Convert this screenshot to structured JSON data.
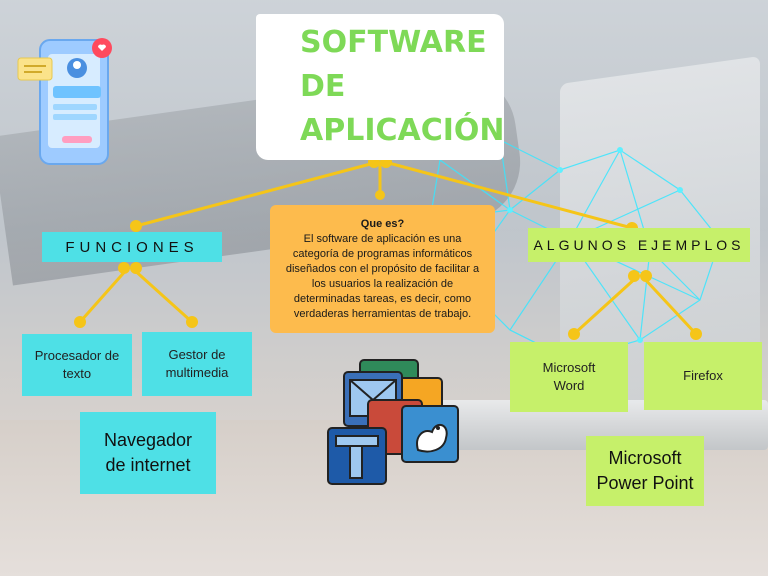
{
  "title": [
    "SOFTWARE DE",
    "APLICACIÓN"
  ],
  "what_is": {
    "question": "Que es?",
    "text": "El software de aplicación es una categoría de programas informáticos diseñados con el propósito de facilitar a los usuarios la realización de determinadas tareas, es decir, como verdaderas herramientas de trabajo."
  },
  "funciones": {
    "label": "FUNCIONES",
    "items": [
      "Procesador de texto",
      "Gestor de multimedia",
      "Navegador de internet"
    ]
  },
  "ejemplos": {
    "label": "ALGUNOS EJEMPLOS",
    "items": [
      "Microsoft Word",
      "Firefox",
      "Microsoft Power Point"
    ]
  },
  "colors": {
    "title_green": "#7ed957",
    "cyan": "#4ee0e6",
    "lime": "#c6f06a",
    "orange": "#fdbb4d",
    "connector": "#f5c518"
  },
  "icons": [
    "phone-profile-icon",
    "app-suite-icon"
  ]
}
